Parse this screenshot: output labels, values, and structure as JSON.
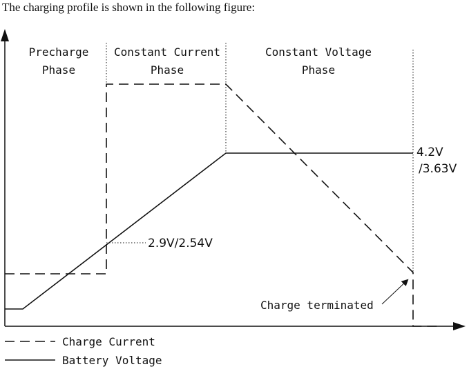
{
  "intro": "The charging profile is shown in the following figure:",
  "phases": {
    "precharge": [
      "Precharge",
      "Phase"
    ],
    "constant_current": [
      "Constant Current",
      "Phase"
    ],
    "constant_voltage": [
      "Constant Voltage",
      "Phase"
    ]
  },
  "annotations": {
    "threshold": "2.9V/2.54V",
    "regulation_1": "4.2V",
    "regulation_2": "/3.63V",
    "terminated": "Charge terminated"
  },
  "legend": {
    "charge_current": "Charge Current",
    "battery_voltage": "Battery Voltage"
  }
}
